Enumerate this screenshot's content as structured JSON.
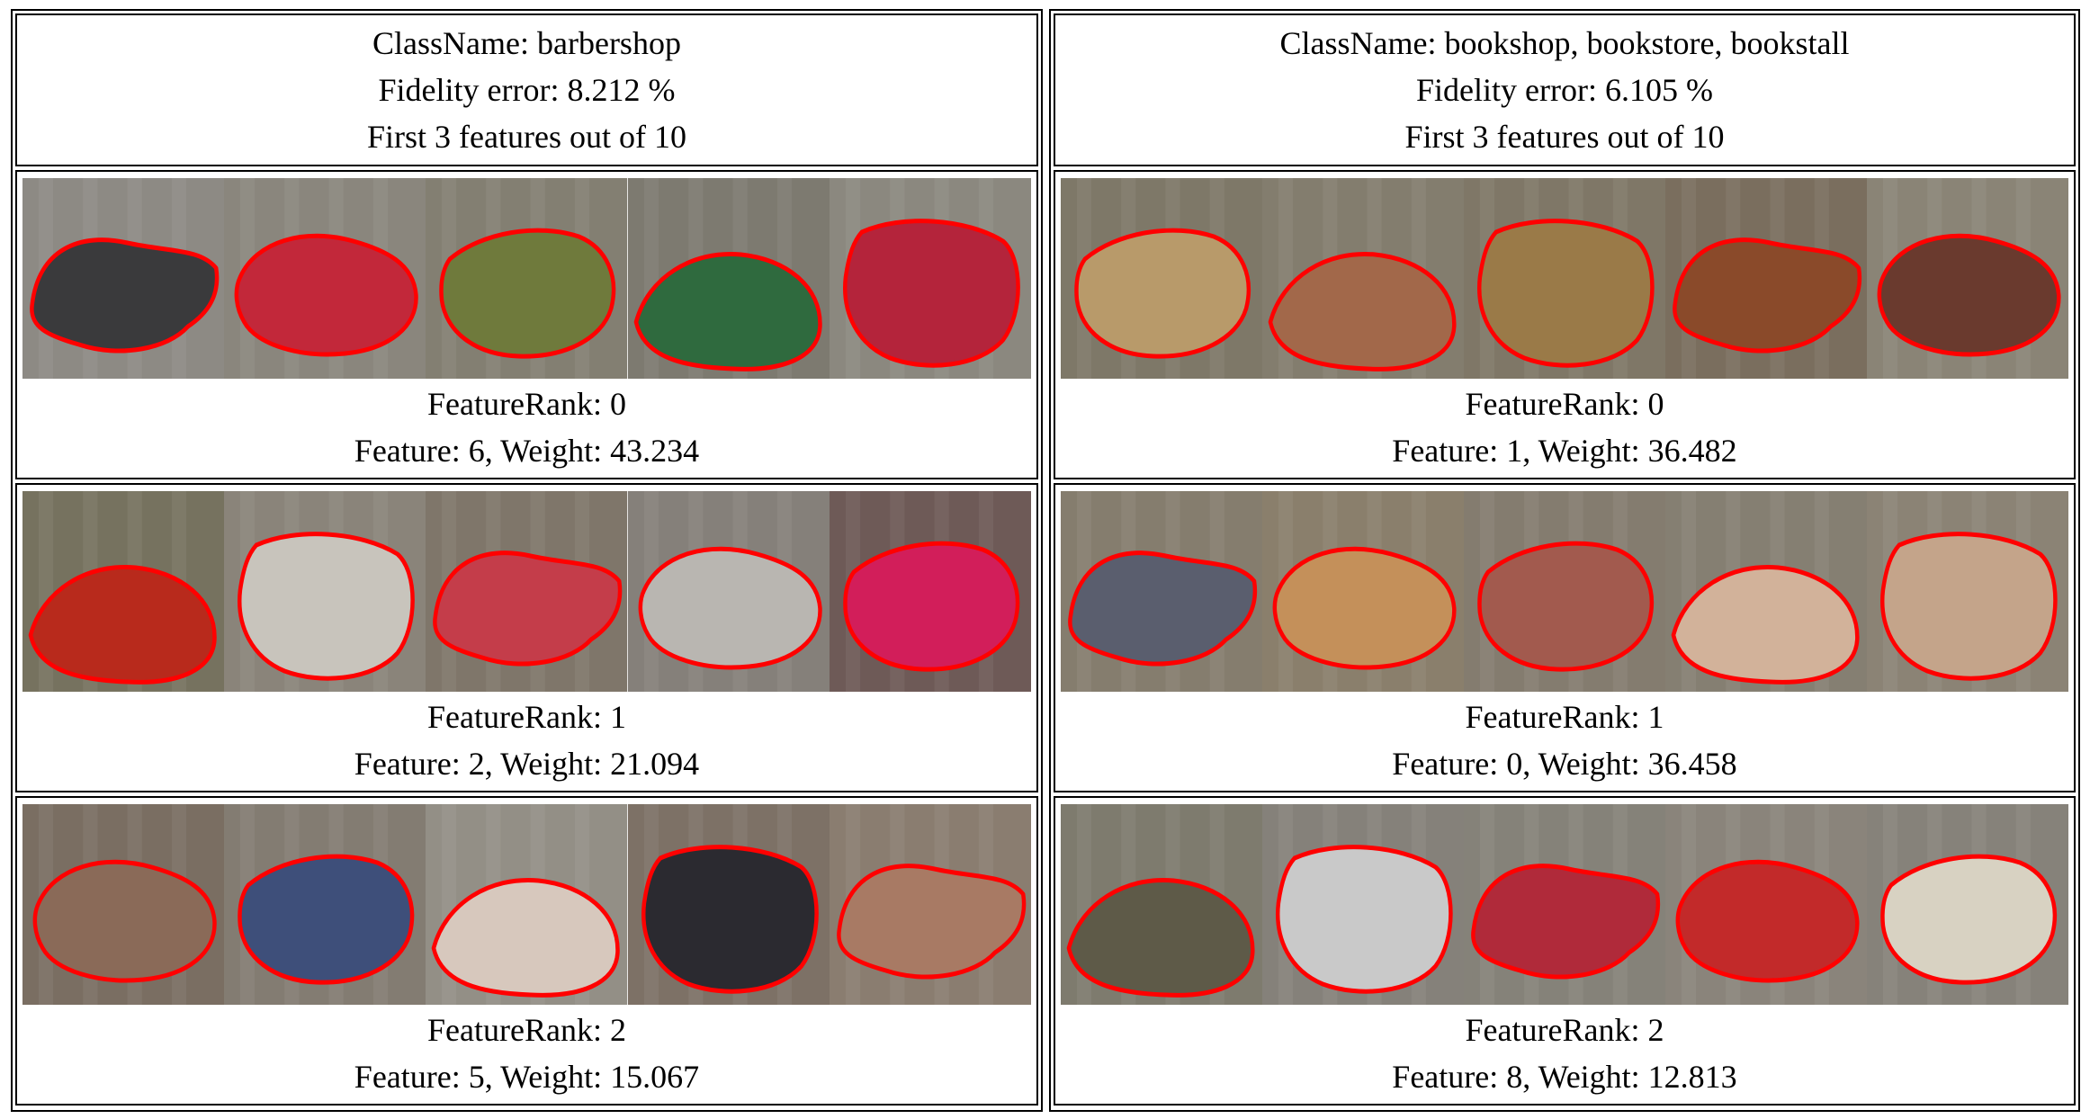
{
  "columns": [
    {
      "classname": "ClassName: barbershop",
      "fidelity": "Fidelity error: 8.212 %",
      "subtitle": "First 3 features out of 10",
      "features": [
        {
          "rank": "FeatureRank: 0",
          "detail": "Feature: 6, Weight: 43.234",
          "thumbs": [
            {
              "bg": "#8d8a84",
              "fg": "#3a3a3c"
            },
            {
              "bg": "#8a867d",
              "fg": "#c2283a"
            },
            {
              "bg": "#837f72",
              "fg": "#6f7a3c"
            },
            {
              "bg": "#7d7a70",
              "fg": "#2f6a3e"
            },
            {
              "bg": "#8b887f",
              "fg": "#b4243b"
            }
          ]
        },
        {
          "rank": "FeatureRank: 1",
          "detail": "Feature: 2, Weight: 21.094",
          "thumbs": [
            {
              "bg": "#76725f",
              "fg": "#b82a1c"
            },
            {
              "bg": "#8a847a",
              "fg": "#c8c4bc"
            },
            {
              "bg": "#7f766a",
              "fg": "#c43d4a"
            },
            {
              "bg": "#85807a",
              "fg": "#b9b6b1"
            },
            {
              "bg": "#6e5a57",
              "fg": "#d21e5a"
            }
          ]
        },
        {
          "rank": "FeatureRank: 2",
          "detail": "Feature: 5, Weight: 15.067",
          "thumbs": [
            {
              "bg": "#7a6e62",
              "fg": "#8a6a58"
            },
            {
              "bg": "#837c72",
              "fg": "#3e4f7a"
            },
            {
              "bg": "#938f86",
              "fg": "#d7c8bd"
            },
            {
              "bg": "#7d7166",
              "fg": "#2b2a30"
            },
            {
              "bg": "#8a7d70",
              "fg": "#a87a64"
            }
          ]
        }
      ]
    },
    {
      "classname": "ClassName: bookshop, bookstore, bookstall",
      "fidelity": "Fidelity error: 6.105 %",
      "subtitle": "First 3 features out of 10",
      "features": [
        {
          "rank": "FeatureRank: 0",
          "detail": "Feature: 1, Weight: 36.482",
          "thumbs": [
            {
              "bg": "#7e7868",
              "fg": "#b89a6a"
            },
            {
              "bg": "#837d6e",
              "fg": "#a2684a"
            },
            {
              "bg": "#7f7767",
              "fg": "#9a7a48"
            },
            {
              "bg": "#7a6e5e",
              "fg": "#8a4a2a"
            },
            {
              "bg": "#8a8476",
              "fg": "#6a3a2e"
            }
          ]
        },
        {
          "rank": "FeatureRank: 1",
          "detail": "Feature: 0, Weight: 36.458",
          "thumbs": [
            {
              "bg": "#857d6e",
              "fg": "#5a5e6e"
            },
            {
              "bg": "#8a7f6c",
              "fg": "#c4905a"
            },
            {
              "bg": "#847c6f",
              "fg": "#a25a4e"
            },
            {
              "bg": "#857f72",
              "fg": "#d2b29a"
            },
            {
              "bg": "#8b8375",
              "fg": "#c4a48a"
            }
          ]
        },
        {
          "rank": "FeatureRank: 2",
          "detail": "Feature: 8, Weight: 12.813",
          "thumbs": [
            {
              "bg": "#7e7b6e",
              "fg": "#5e5a48"
            },
            {
              "bg": "#85817a",
              "fg": "#c9c9c9"
            },
            {
              "bg": "#858279",
              "fg": "#b02a3a"
            },
            {
              "bg": "#8a847b",
              "fg": "#c22a2a"
            },
            {
              "bg": "#86827a",
              "fg": "#d8d2c2"
            }
          ]
        }
      ]
    }
  ],
  "outline_color": "#ff0000"
}
